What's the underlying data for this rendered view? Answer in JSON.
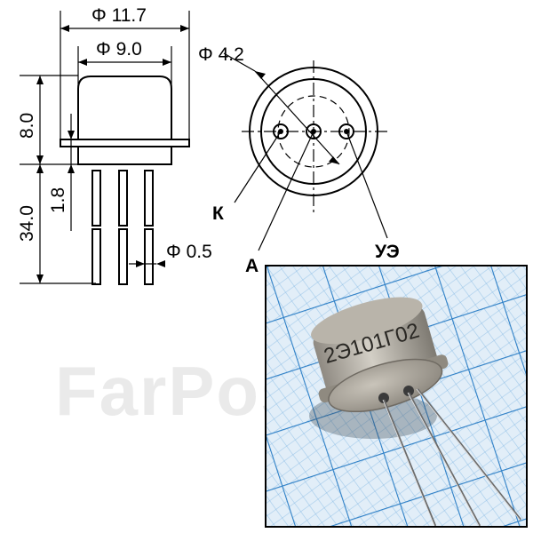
{
  "drawing": {
    "dims": {
      "outer_diameter": "Φ 11.7",
      "cap_diameter": "Φ 9.0",
      "pin_circle_diameter": "Φ 4.2",
      "height": "8.0",
      "flange": "1.8",
      "lead_length": "34.0",
      "lead_diameter": "Φ 0.5"
    },
    "pins": {
      "collector": "К",
      "anode": "А",
      "unijunction_emitter": "УЭ"
    }
  },
  "photo": {
    "marking": "2Э101Г02",
    "watermark": "FarPost"
  },
  "colors": {
    "line": "#000000",
    "grid_bg": "#cfe3f2",
    "grid_line": "#3f8fd2",
    "metal": "#a9a39a"
  }
}
